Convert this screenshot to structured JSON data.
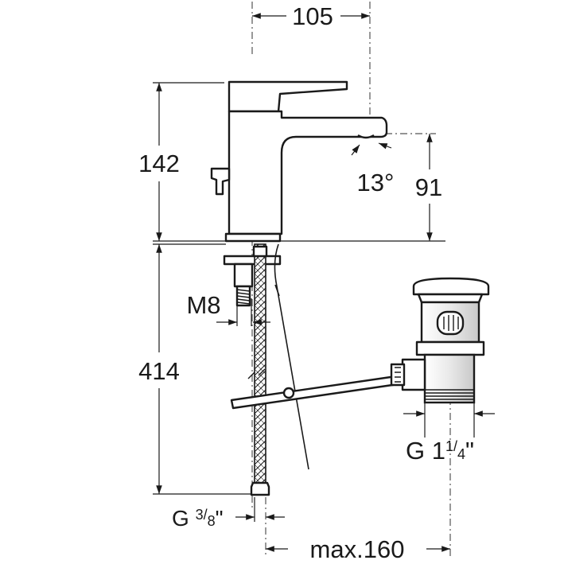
{
  "dimensions": {
    "spout_reach": "105",
    "overall_height": "142",
    "spout_angle": "13°",
    "spout_height": "91",
    "thread_bolt": "M8",
    "hose_length": "414",
    "drain_thread": {
      "prefix": "G ",
      "whole": "1",
      "num": "1",
      "den": "4",
      "suffix": "\""
    },
    "hose_thread": {
      "prefix": "G ",
      "num": "3",
      "den": "8",
      "suffix": "\""
    },
    "max_offset": "max.160"
  }
}
